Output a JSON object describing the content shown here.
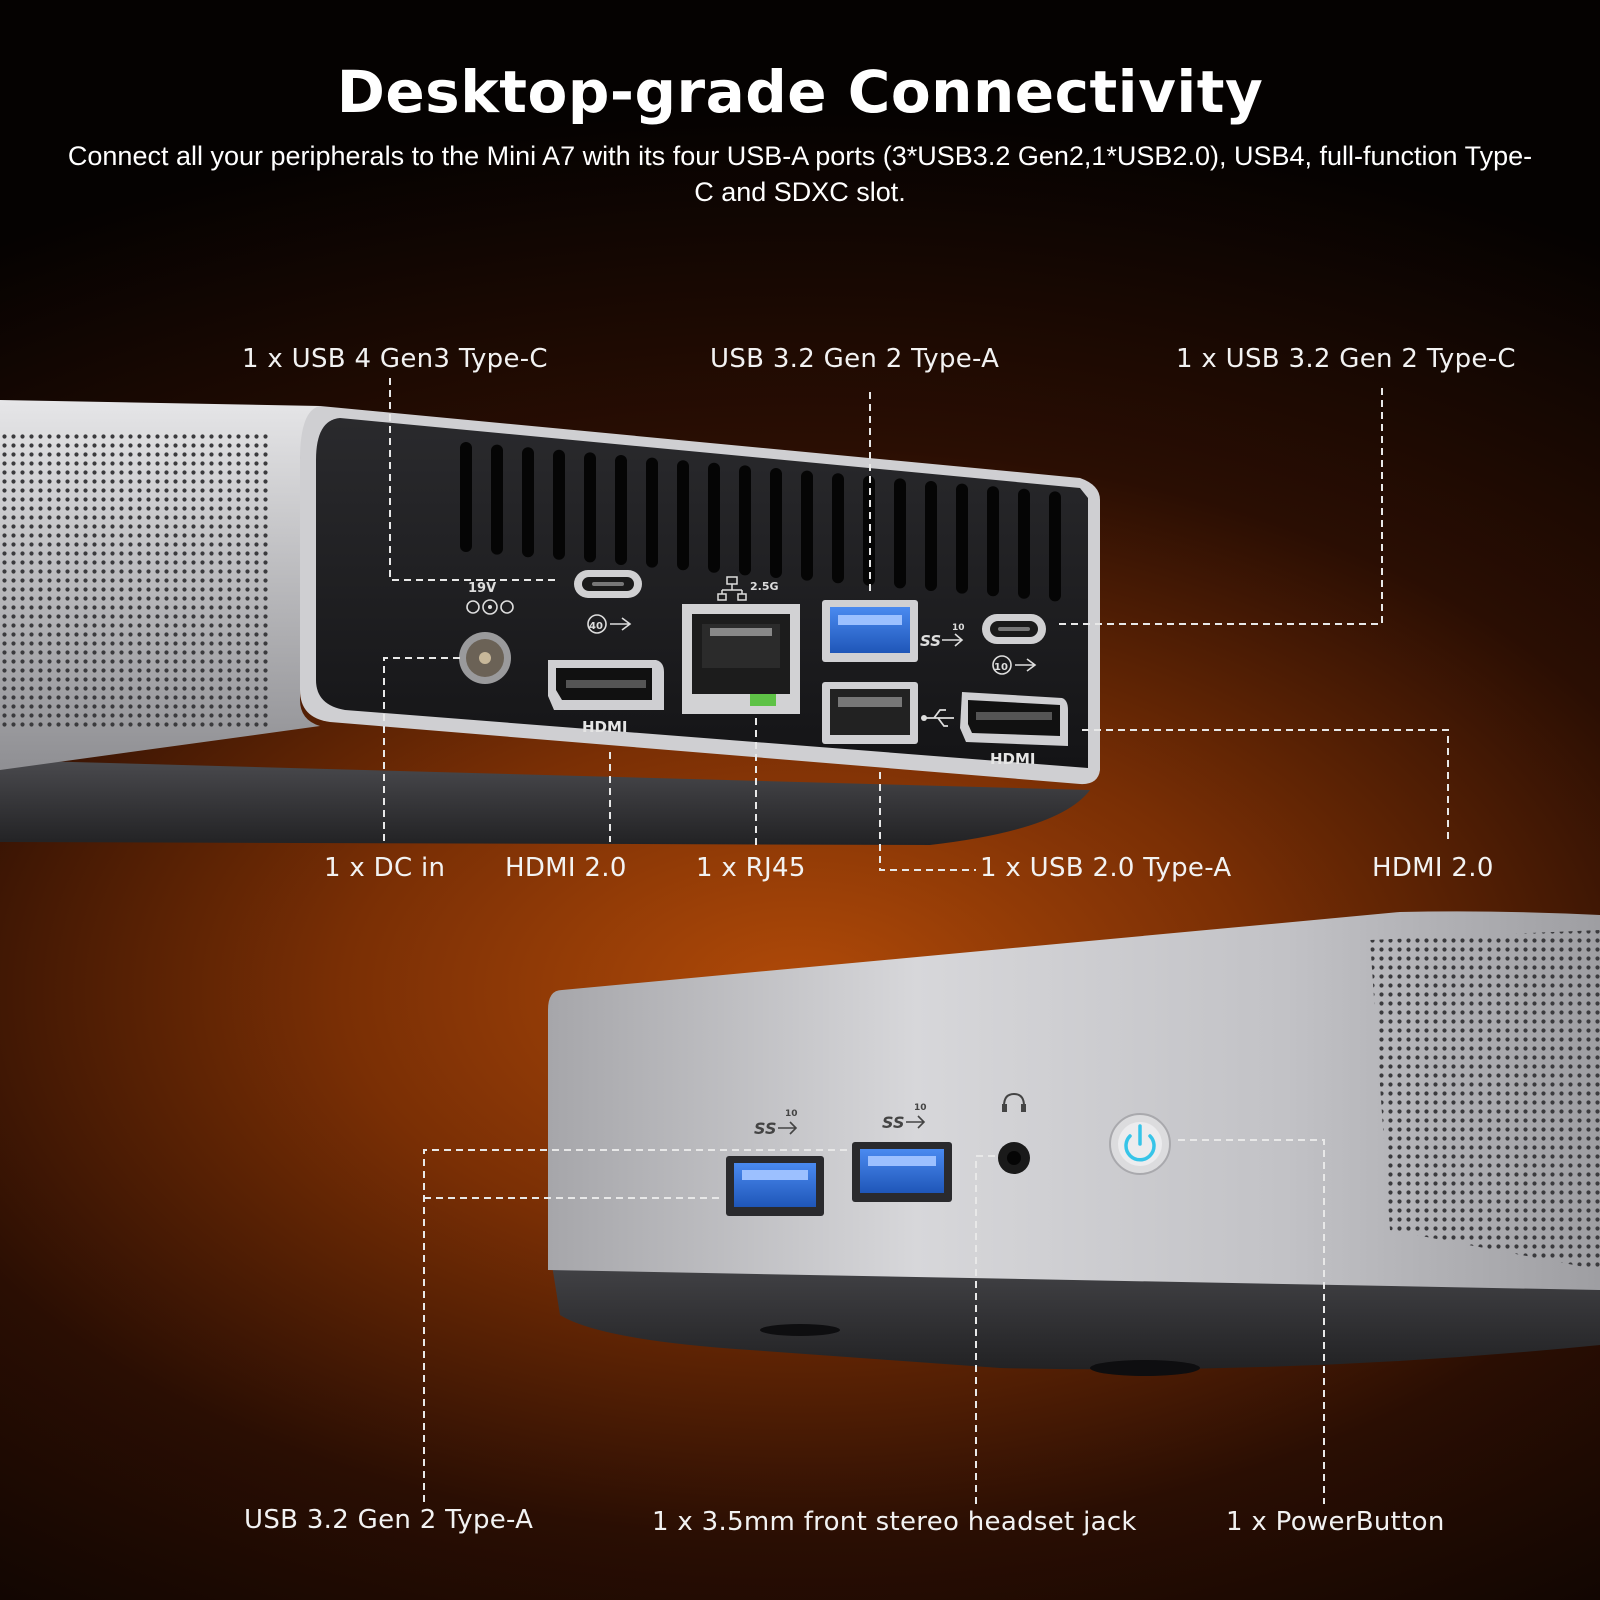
{
  "heading": {
    "title": "Desktop-grade Connectivity",
    "subtitle": "Connect all your peripherals to the Mini A7 with its four USB-A ports (3*USB3.2 Gen2,1*USB2.0), USB4, full-function Type-C and SDXC slot."
  },
  "rear_panel": {
    "labels": {
      "usb4": "1 x USB 4 Gen3 Type-C",
      "usb32a": "USB 3.2 Gen 2 Type-A",
      "usb32c": "1 x USB 3.2 Gen 2 Type-C",
      "dcin": "1 x DC in",
      "hdmi_left": "HDMI 2.0",
      "rj45": "1 x RJ45",
      "usb20": "1 x USB 2.0 Type-A",
      "hdmi_right": "HDMI 2.0"
    },
    "port_markings": {
      "dc_voltage": "19V",
      "lan_speed": "2.5G",
      "hdmi": "HDMI",
      "usb4_speed": "40",
      "typec_speed": "10"
    }
  },
  "front_panel": {
    "labels": {
      "usb32a": "USB 3.2 Gen 2 Type-A",
      "audio": "1 x 3.5mm front stereo headset jack",
      "power": "1 x PowerButton"
    },
    "port_markings": {
      "ss": "SS",
      "ss_speed": "10"
    }
  },
  "icons": [
    "usb-icon",
    "ethernet-icon",
    "headset-icon",
    "power-icon",
    "dc-polarity-icon"
  ],
  "colors": {
    "usb3_blue": "#2f6fd8",
    "power_ring": "#36c4e8",
    "chassis_silver": "#c9c9cb",
    "panel_black": "#1c1c1e"
  }
}
